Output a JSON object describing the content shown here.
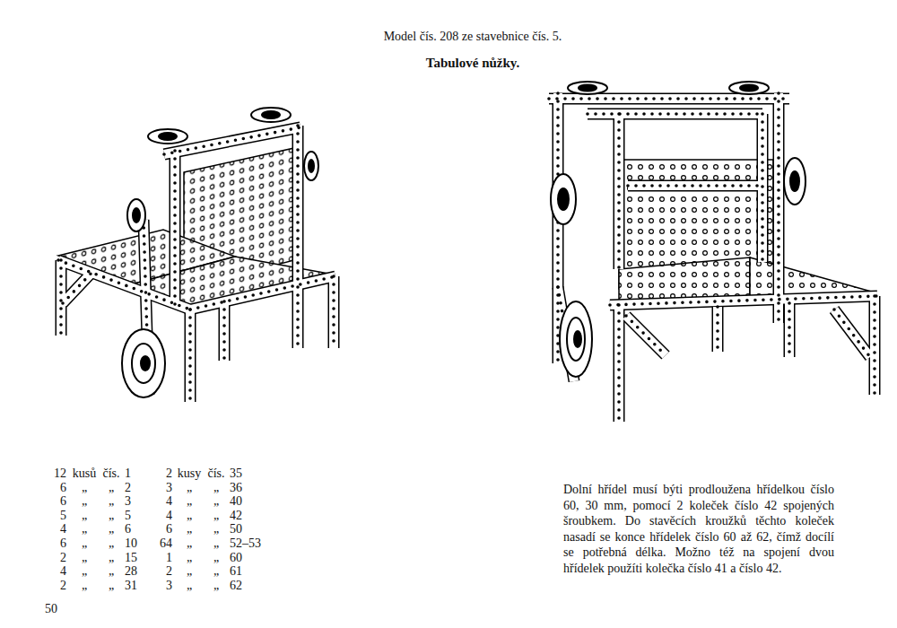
{
  "diagram": {
    "title": "Tabulové nůžky.",
    "labels": [
      "Model čís. 208 ze stavebnice čís. 5.",
      "12",
      "kusů",
      "čís.",
      "1",
      "2",
      "kusy",
      "čís.",
      "35",
      "6",
      "„",
      "„",
      "2",
      "3",
      "„",
      "„",
      "36",
      "6",
      "„",
      "„",
      "3",
      "4",
      "„",
      "„",
      "40",
      "5",
      "„",
      "„",
      "5",
      "4",
      "„",
      "„",
      "42",
      "4",
      "„",
      "„",
      "6",
      "6",
      "„",
      "„",
      "50",
      "6",
      "„",
      "„",
      "10",
      "64",
      "„",
      "„",
      "52–53",
      "2",
      "„",
      "„",
      "15",
      "1",
      "„",
      "„",
      "60",
      "4",
      "„",
      "„",
      "28",
      "2",
      "„",
      "„",
      "61",
      "2",
      "„",
      "„",
      "31",
      "3",
      "„",
      "„",
      "62",
      "Dolní hřídel musí býti prodloužena hřídelkou číslo 60, 30 mm, pomocí 2 koleček číslo 42 spojených šroubkem. Do stavěcích kroužků těchto koleček nasadí se konce hřídelek číslo 60 až 62, čímž docílí se potřebná délka. Možno též na spojení dvou hřídelek použíti kolečka číslo 41 a číslo 42.",
      "50"
    ]
  }
}
